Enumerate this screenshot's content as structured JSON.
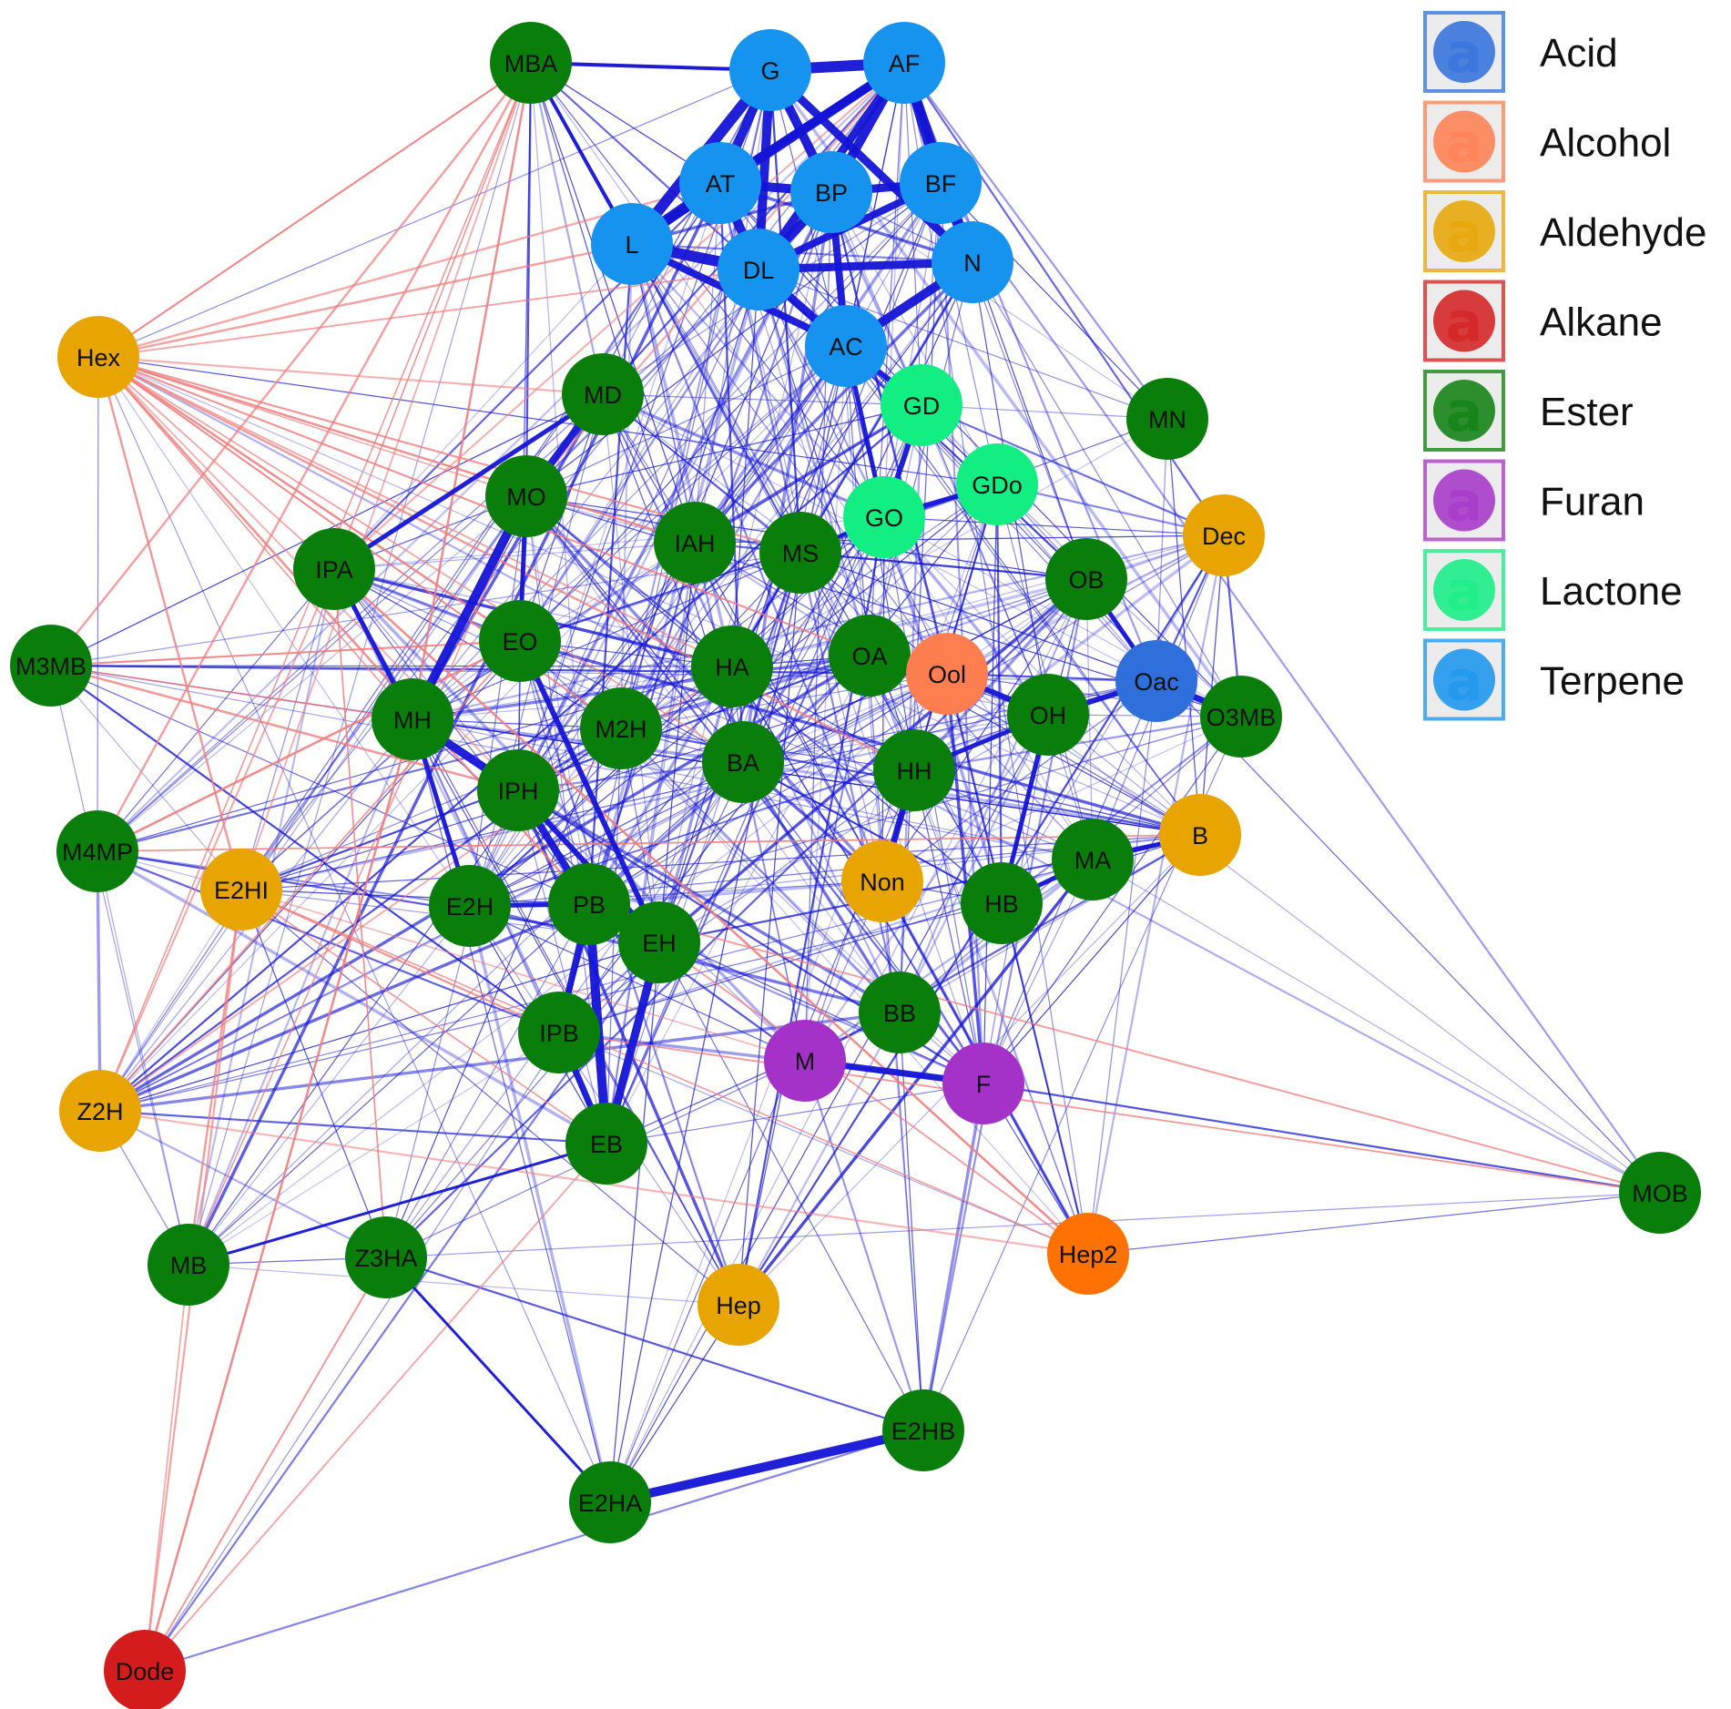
{
  "colors": {
    "edge_positive": "#1414d6",
    "edge_negative": "#f07a7a",
    "Acid": "#2f6fdc",
    "Alcohol": "#ff7e4f",
    "Aldehyde": "#e8a400",
    "Alkane": "#d41c1c",
    "Ester": "#0a7e0a",
    "Furan": "#a432c8",
    "Lactone": "#12ee82",
    "Terpene": "#1593ef",
    "Hep2": "#ff7100"
  },
  "legend": [
    {
      "label": "Acid",
      "glyph": "a"
    },
    {
      "label": "Alcohol",
      "glyph": "a"
    },
    {
      "label": "Aldehyde",
      "glyph": "a"
    },
    {
      "label": "Alkane",
      "glyph": "a"
    },
    {
      "label": "Ester",
      "glyph": "a"
    },
    {
      "label": "Furan",
      "glyph": "a"
    },
    {
      "label": "Lactone",
      "glyph": "a"
    },
    {
      "label": "Terpene",
      "glyph": "a"
    }
  ],
  "nodes": [
    {
      "id": "MBA",
      "group": "Ester"
    },
    {
      "id": "G",
      "group": "Terpene"
    },
    {
      "id": "AF",
      "group": "Terpene"
    },
    {
      "id": "AT",
      "group": "Terpene"
    },
    {
      "id": "BP",
      "group": "Terpene"
    },
    {
      "id": "BF",
      "group": "Terpene"
    },
    {
      "id": "L",
      "group": "Terpene"
    },
    {
      "id": "DL",
      "group": "Terpene"
    },
    {
      "id": "N",
      "group": "Terpene"
    },
    {
      "id": "AC",
      "group": "Terpene"
    },
    {
      "id": "Hex",
      "group": "Aldehyde"
    },
    {
      "id": "MD",
      "group": "Ester"
    },
    {
      "id": "GD",
      "group": "Lactone"
    },
    {
      "id": "MN",
      "group": "Ester"
    },
    {
      "id": "MO",
      "group": "Ester"
    },
    {
      "id": "GDo",
      "group": "Lactone"
    },
    {
      "id": "GO",
      "group": "Lactone"
    },
    {
      "id": "Dec",
      "group": "Aldehyde"
    },
    {
      "id": "IPA",
      "group": "Ester"
    },
    {
      "id": "IAH",
      "group": "Ester"
    },
    {
      "id": "MS",
      "group": "Ester"
    },
    {
      "id": "OB",
      "group": "Ester"
    },
    {
      "id": "M3MB",
      "group": "Ester"
    },
    {
      "id": "EO",
      "group": "Ester"
    },
    {
      "id": "HA",
      "group": "Ester"
    },
    {
      "id": "OA",
      "group": "Ester"
    },
    {
      "id": "Ool",
      "group": "Alcohol"
    },
    {
      "id": "Oac",
      "group": "Acid"
    },
    {
      "id": "O3MB",
      "group": "Ester"
    },
    {
      "id": "MH",
      "group": "Ester"
    },
    {
      "id": "M2H",
      "group": "Ester"
    },
    {
      "id": "OH",
      "group": "Ester"
    },
    {
      "id": "BA",
      "group": "Ester"
    },
    {
      "id": "HH",
      "group": "Ester"
    },
    {
      "id": "IPH",
      "group": "Ester"
    },
    {
      "id": "B",
      "group": "Aldehyde"
    },
    {
      "id": "M4MP",
      "group": "Ester"
    },
    {
      "id": "E2HI",
      "group": "Aldehyde"
    },
    {
      "id": "MA",
      "group": "Ester"
    },
    {
      "id": "Non",
      "group": "Aldehyde"
    },
    {
      "id": "E2H",
      "group": "Ester"
    },
    {
      "id": "PB",
      "group": "Ester"
    },
    {
      "id": "HB",
      "group": "Ester"
    },
    {
      "id": "EH",
      "group": "Ester"
    },
    {
      "id": "BB",
      "group": "Ester"
    },
    {
      "id": "IPB",
      "group": "Ester"
    },
    {
      "id": "M",
      "group": "Furan"
    },
    {
      "id": "F",
      "group": "Furan"
    },
    {
      "id": "Z2H",
      "group": "Aldehyde"
    },
    {
      "id": "EB",
      "group": "Ester"
    },
    {
      "id": "MOB",
      "group": "Ester"
    },
    {
      "id": "MB",
      "group": "Ester"
    },
    {
      "id": "Z3HA",
      "group": "Ester"
    },
    {
      "id": "Hep2",
      "group": "Hep2"
    },
    {
      "id": "Hep",
      "group": "Aldehyde"
    },
    {
      "id": "E2HB",
      "group": "Ester"
    },
    {
      "id": "E2HA",
      "group": "Ester"
    },
    {
      "id": "Dode",
      "group": "Alkane"
    }
  ]
}
